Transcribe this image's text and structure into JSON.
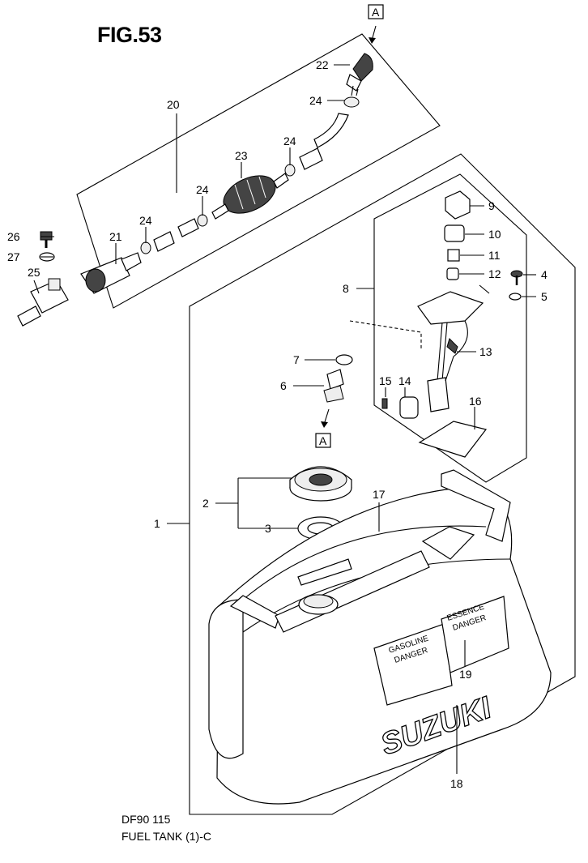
{
  "figure": {
    "title": "FIG.53",
    "model": "DF90 115",
    "caption": "FUEL TANK (1)-C",
    "ref_marker": "A"
  },
  "callouts": {
    "n1": "1",
    "n2": "2",
    "n3": "3",
    "n4": "4",
    "n5": "5",
    "n6": "6",
    "n7": "7",
    "n8": "8",
    "n9": "9",
    "n10": "10",
    "n11": "11",
    "n12": "12",
    "n13": "13",
    "n14": "14",
    "n15": "15",
    "n16": "16",
    "n17": "17",
    "n18": "18",
    "n19": "19",
    "n20": "20",
    "n21": "21",
    "n22": "22",
    "n23": "23",
    "n24a": "24",
    "n24b": "24",
    "n24c": "24",
    "n24d": "24",
    "n25": "25",
    "n26": "26",
    "n27": "27"
  },
  "tank": {
    "brand": "SUZUKI",
    "label_left_1": "GASOLINE",
    "label_left_2": "DANGER",
    "label_right_1": "ESSENCE",
    "label_right_2": "DANGER"
  }
}
